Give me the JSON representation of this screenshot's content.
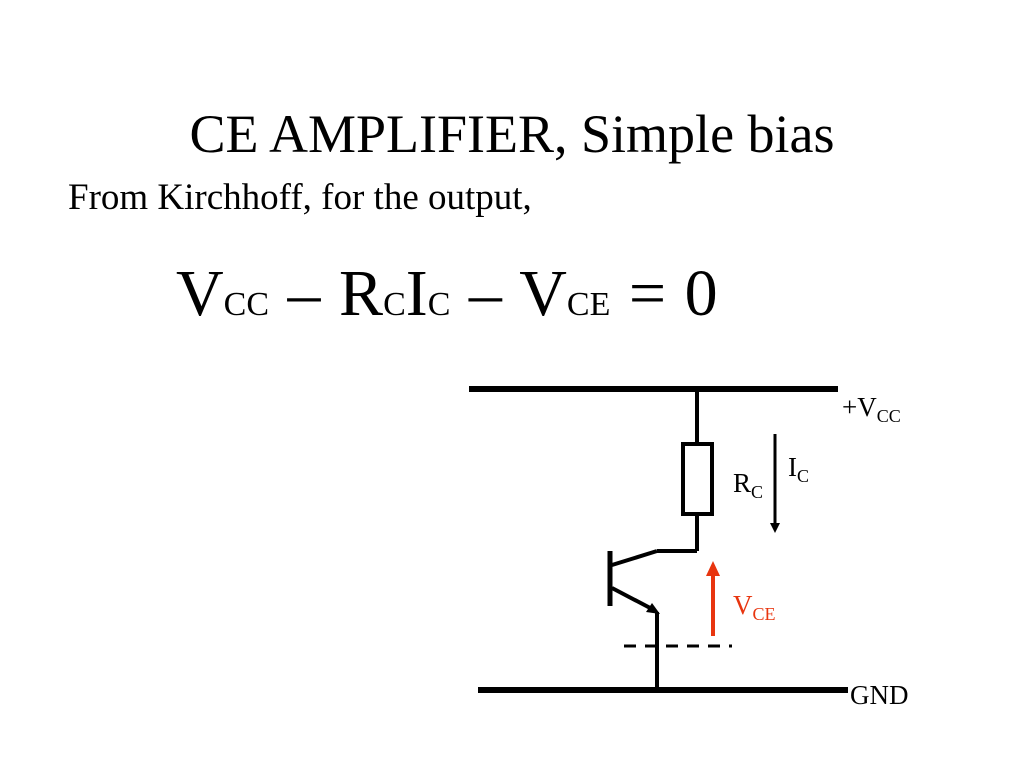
{
  "slide": {
    "title": "CE AMPLIFIER, Simple bias",
    "intro": "From Kirchhoff, for the output,"
  },
  "equation": {
    "v1": "V",
    "v1_sub": "CC",
    "minus1": "–",
    "r": "R",
    "r_sub": "C",
    "i": "I",
    "i_sub": "C",
    "minus2": "–",
    "v2": "V",
    "v2_sub": "CE",
    "equals": "=",
    "rhs": "0"
  },
  "circuit": {
    "vcc_label": {
      "main": "+V",
      "sub": "CC"
    },
    "rc_label": {
      "main": "R",
      "sub": "C"
    },
    "ic_label": {
      "main": "I",
      "sub": "C"
    },
    "vce_label": {
      "main": "V",
      "sub": "CE"
    },
    "gnd_label": "GND",
    "colors": {
      "wire": "#000000",
      "vce_arrow": "#e8350f",
      "vce_text": "#e8350f"
    }
  }
}
